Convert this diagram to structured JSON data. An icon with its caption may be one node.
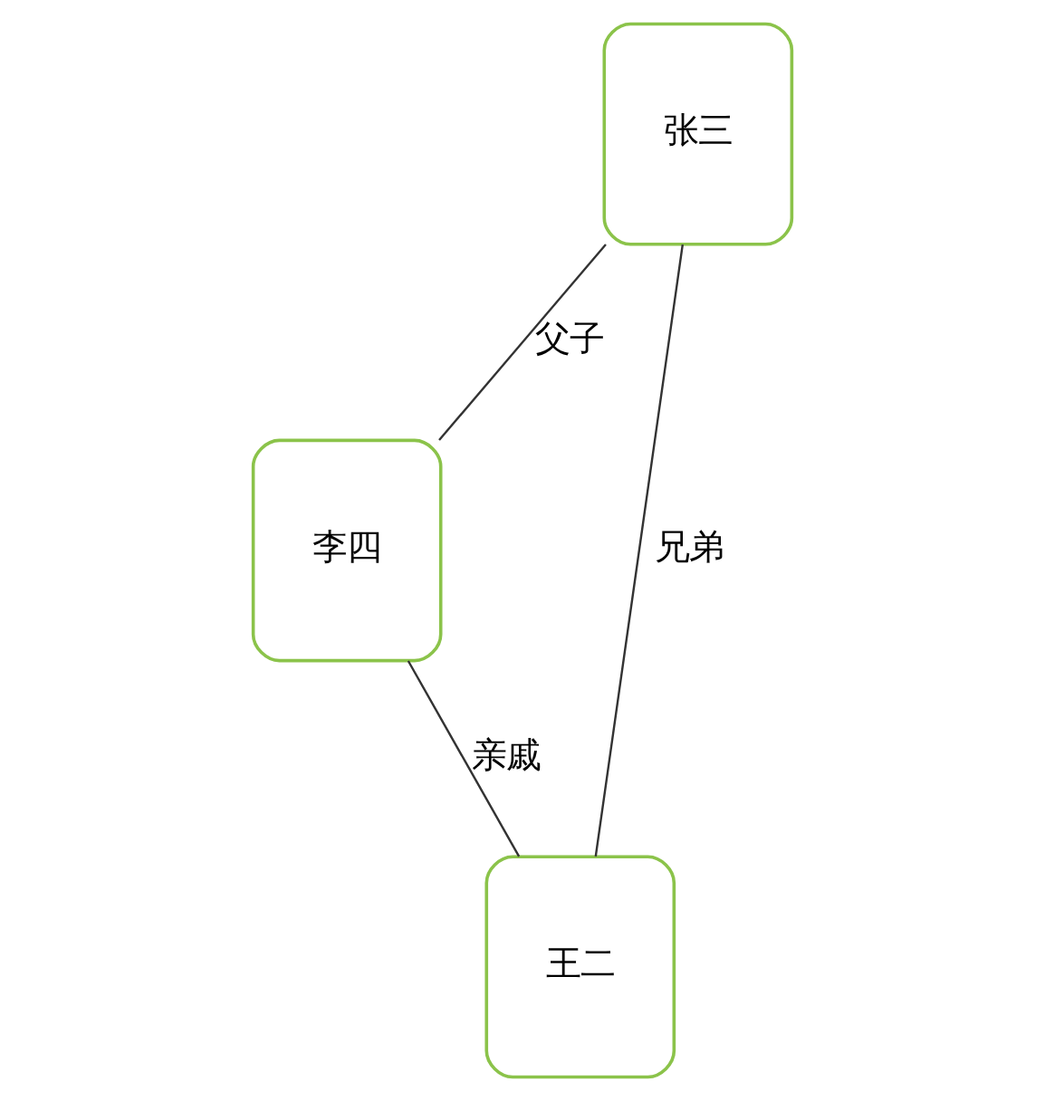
{
  "diagram": {
    "nodes": [
      {
        "text": [
          "张三"
        ]
      },
      {
        "text": [
          "李四"
        ]
      },
      {
        "text": [
          "王二"
        ]
      }
    ],
    "edges": [
      {
        "from": 0,
        "to": 1,
        "arrow": "none",
        "label": "父子"
      },
      {
        "from": 0,
        "to": 2,
        "arrow": "none",
        "label": "兄弟"
      },
      {
        "from": 1,
        "to": 2,
        "arrow": "none",
        "label": "亲戚"
      }
    ]
  }
}
